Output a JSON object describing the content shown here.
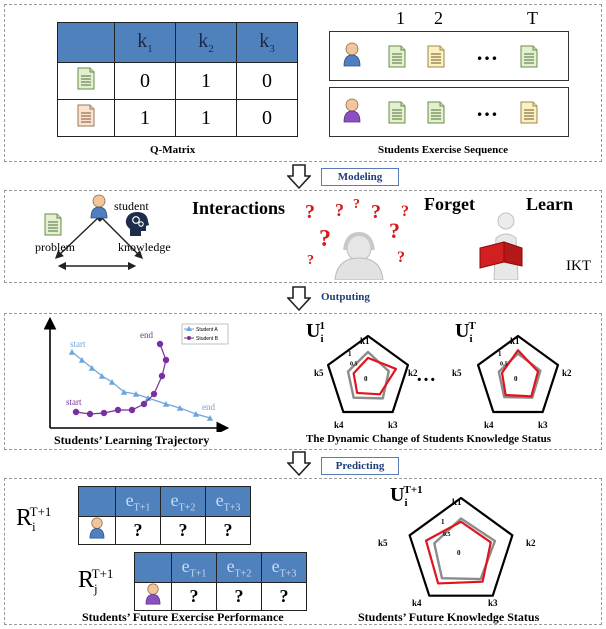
{
  "section1": {
    "qmatrix": {
      "caption": "Q-Matrix",
      "headers": [
        "k",
        "k",
        "k"
      ],
      "header_subs": [
        "1",
        "2",
        "3"
      ],
      "rows": [
        [
          "0",
          "1",
          "0"
        ],
        [
          "1",
          "1",
          "0"
        ]
      ]
    },
    "sequence": {
      "caption": "Students Exercise Sequence",
      "step_labels": [
        "1",
        "2",
        "T"
      ],
      "ellipsis": "…"
    }
  },
  "steps": {
    "modeling": "Modeling",
    "outputing": "Outputing",
    "predicting": "Predicting"
  },
  "section2": {
    "student": "student",
    "problem": "problem",
    "knowledge": "knowledge",
    "interactions": "Interactions",
    "forget": "Forget",
    "learn": "Learn",
    "ikt": "IKT"
  },
  "section3": {
    "trajectory": {
      "caption": "Students’ Learning Trajectory",
      "start_a": "start",
      "start_b": "start",
      "end_a": "end",
      "end_b": "end",
      "legend_a": "Student A",
      "legend_b": "Student B",
      "color_a": "#6ea6dc",
      "color_b": "#7a2fa0"
    },
    "radar_caption": "The Dynamic Change of Students Knowledge Status",
    "radar1_label": "U",
    "radar1_sub": "i",
    "radar1_sup": "1",
    "radar2_label": "U",
    "radar2_sub": "i",
    "radar2_sup": "T",
    "ellipsis": "…",
    "axes": [
      "k1",
      "k2",
      "k3",
      "k4",
      "k5"
    ],
    "ticks": [
      "1",
      "0.5",
      "0"
    ]
  },
  "section4": {
    "r_i": {
      "label": "R",
      "sub": "i",
      "sup": "T+1"
    },
    "r_j": {
      "label": "R",
      "sub": "j",
      "sup": "T+1"
    },
    "cols": [
      "e",
      "e",
      "e"
    ],
    "col_subs": [
      "T+1",
      "T+2",
      "T+3"
    ],
    "cell": "?",
    "caption_left": "Students’ Future Exercise Performance",
    "radar_label": "U",
    "radar_sub": "i",
    "radar_sup": "T+1",
    "caption_right": "Students’ Future Knowledge Status"
  },
  "colors": {
    "header_blue": "#4f81bd",
    "red": "#e0141e",
    "gray": "#8c8c8c"
  }
}
